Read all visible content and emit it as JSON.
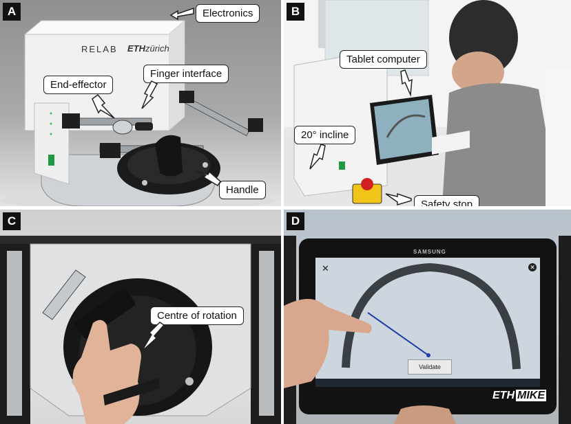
{
  "panels": {
    "a": {
      "letter": "A",
      "labels": {
        "electronics": "Electronics",
        "end_effector": "End-effector",
        "finger_interface": "Finger interface",
        "handle": "Handle"
      },
      "brand": {
        "relab": "RELAB",
        "eth": "ETH",
        "eth_suffix": "zürich"
      }
    },
    "b": {
      "letter": "B",
      "labels": {
        "tablet_computer": "Tablet computer",
        "incline": "20° incline",
        "safety_stop": "Safety stop"
      }
    },
    "c": {
      "letter": "C",
      "labels": {
        "centre_of_rotation": "Centre of rotation"
      }
    },
    "d": {
      "letter": "D",
      "tablet_brand": "SAMSUNG",
      "validate_button": "Validate",
      "logo": {
        "eth": "ETH",
        "mike": "MIKE"
      }
    }
  }
}
